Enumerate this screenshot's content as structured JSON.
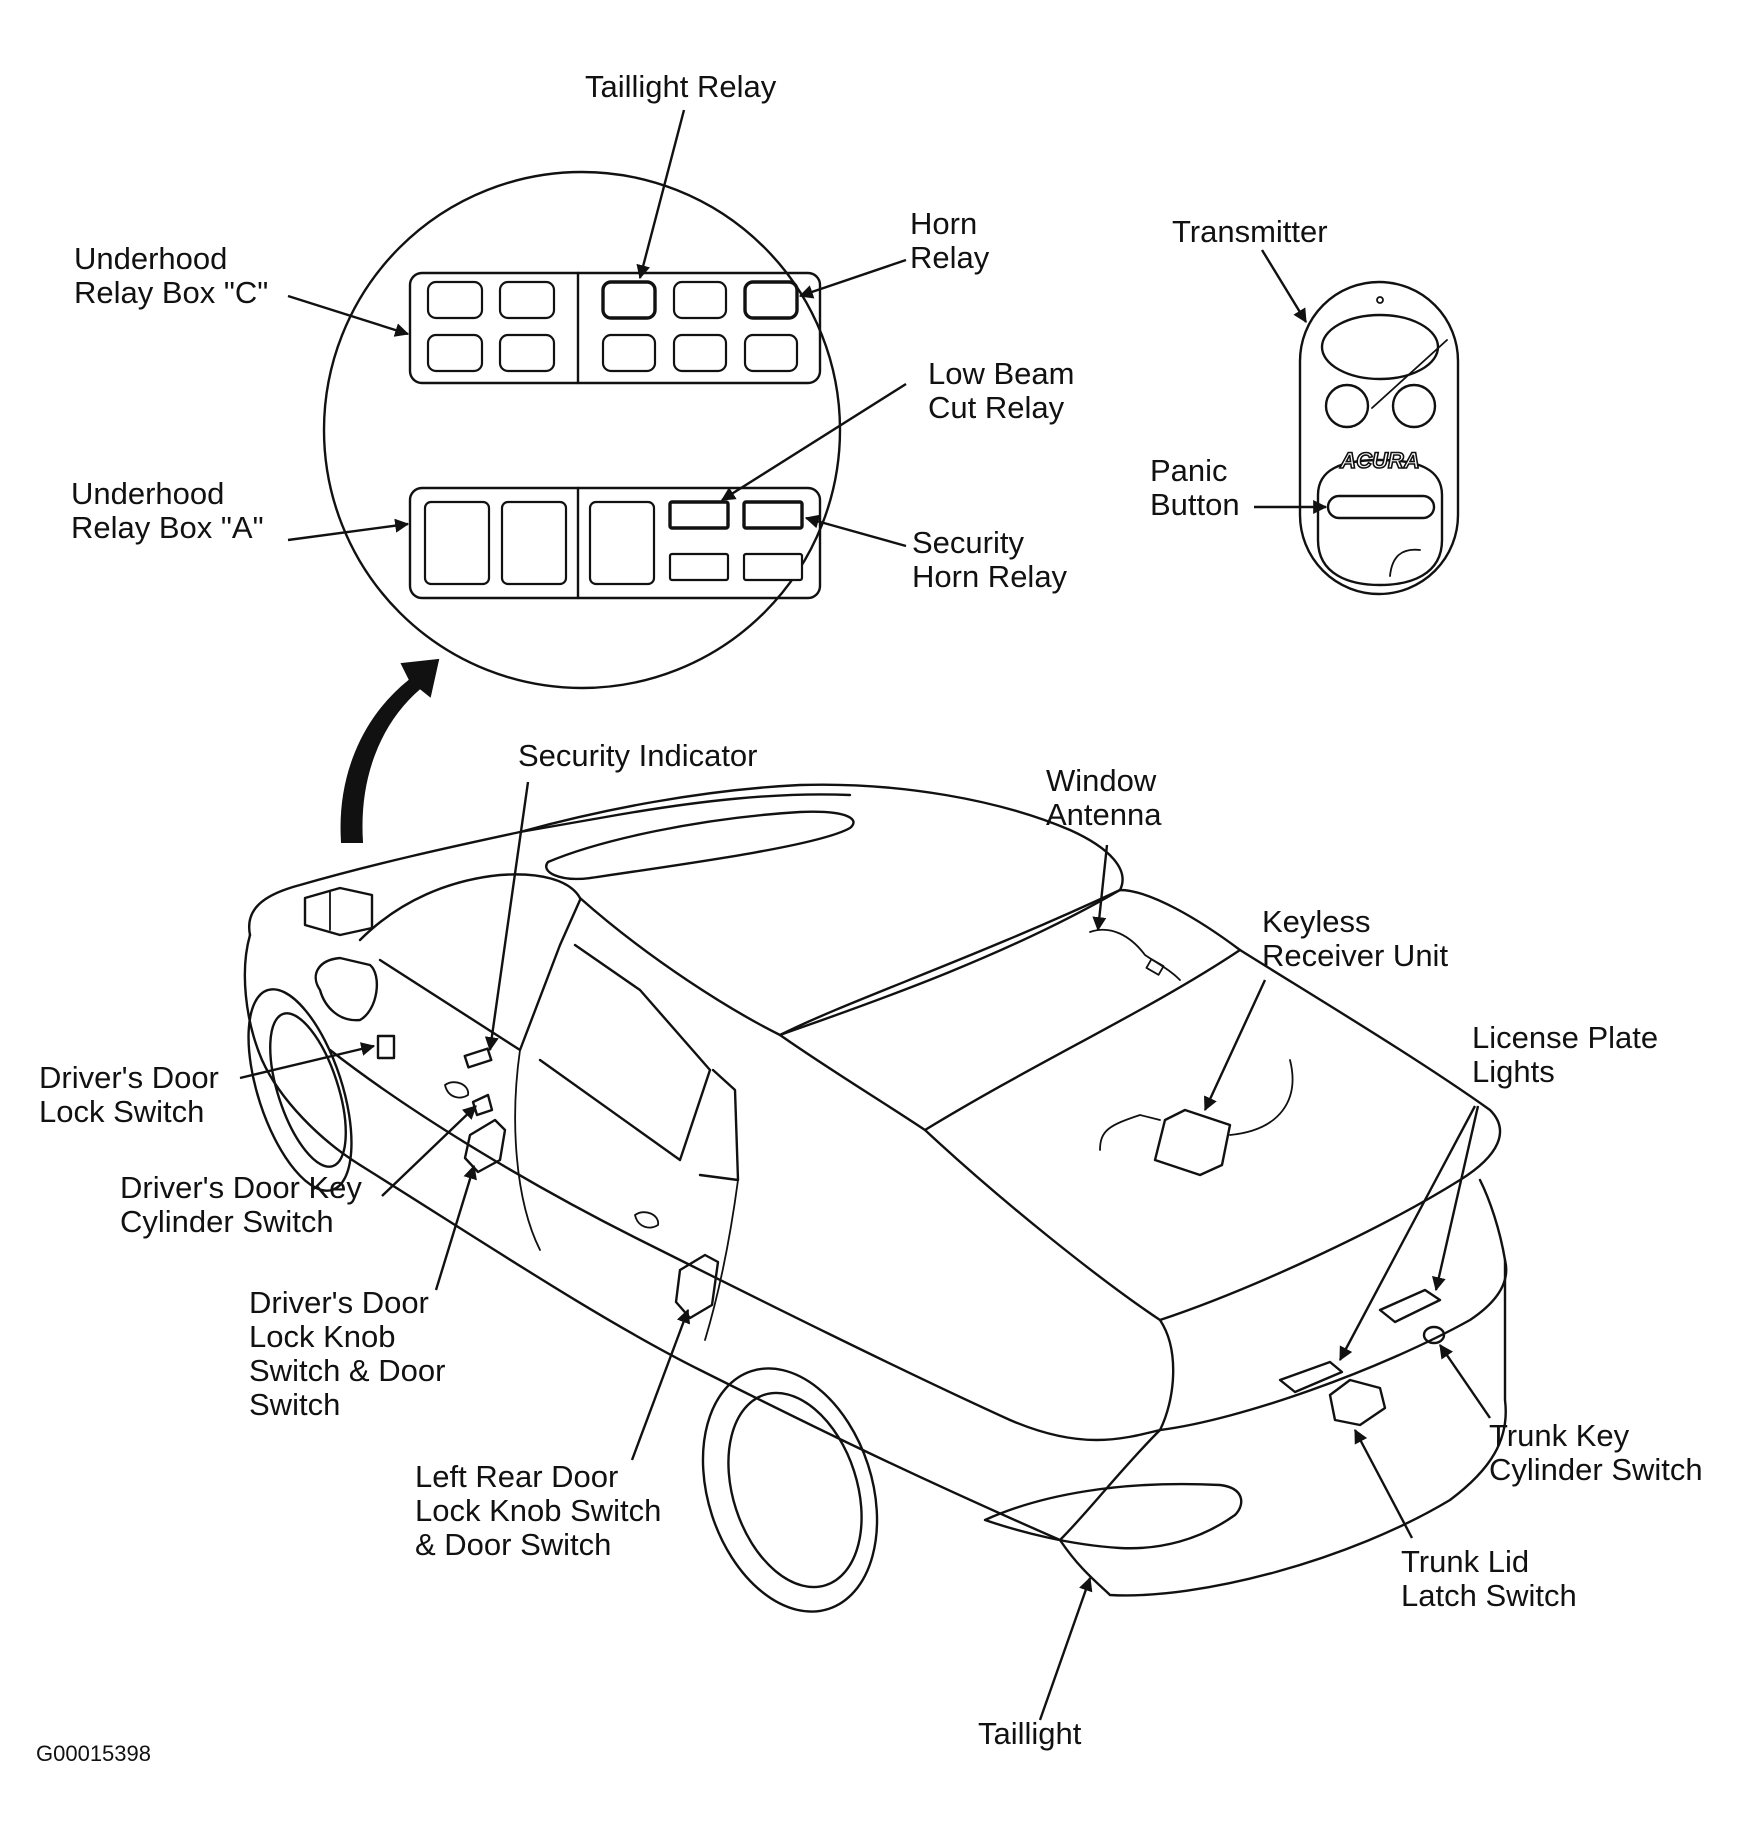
{
  "figure_id": "G00015398",
  "logo_text": "ACURA",
  "labels": {
    "taillight_relay": "Taillight Relay",
    "horn_relay": "Horn\nRelay",
    "underhood_relay_box_c": "Underhood\nRelay Box \"C\"",
    "underhood_relay_box_a": "Underhood\nRelay Box \"A\"",
    "low_beam_cut_relay": "Low Beam\nCut Relay",
    "security_horn_relay": "Security\nHorn Relay",
    "transmitter": "Transmitter",
    "panic_button": "Panic\nButton",
    "security_indicator": "Security Indicator",
    "window_antenna": "Window\nAntenna",
    "keyless_receiver_unit": "Keyless\nReceiver Unit",
    "license_plate_lights": "License Plate\nLights",
    "drivers_door_lock_switch": "Driver's Door\nLock Switch",
    "drivers_door_key_cylinder_switch": "Driver's Door Key\nCylinder Switch",
    "drivers_door_lock_knob_switch": "Driver's Door\nLock Knob\nSwitch & Door\nSwitch",
    "left_rear_door_lock_knob_switch": "Left Rear Door\nLock Knob Switch\n& Door Switch",
    "trunk_key_cylinder_switch": "Trunk Key\nCylinder Switch",
    "trunk_lid_latch_switch": "Trunk Lid\nLatch Switch",
    "taillight": "Taillight"
  }
}
